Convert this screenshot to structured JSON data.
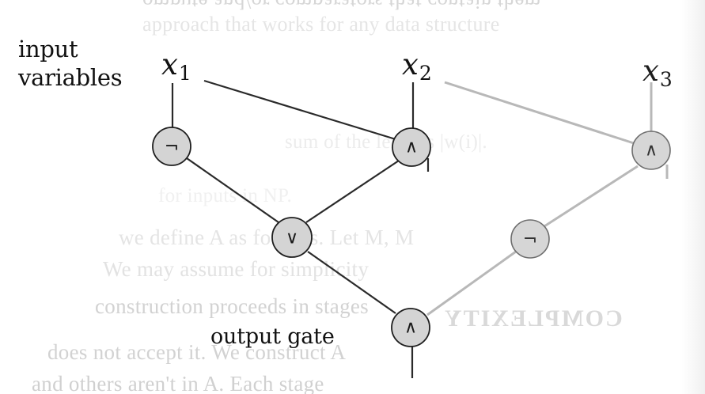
{
  "labels": {
    "input_variables": [
      "input",
      "variables"
    ],
    "output_gate": "output gate"
  },
  "variables": [
    {
      "id": "x1",
      "base": "x",
      "sub": "1"
    },
    {
      "id": "x2",
      "base": "x",
      "sub": "2"
    },
    {
      "id": "x3",
      "base": "x",
      "sub": "3"
    }
  ],
  "gates": [
    {
      "id": "g-not-1",
      "op": "¬",
      "kind": "NOT"
    },
    {
      "id": "g-and-1",
      "op": "∧",
      "kind": "AND"
    },
    {
      "id": "g-and-2",
      "op": "∧",
      "kind": "AND"
    },
    {
      "id": "g-or-1",
      "op": "∨",
      "kind": "OR"
    },
    {
      "id": "g-not-2",
      "op": "¬",
      "kind": "NOT"
    },
    {
      "id": "g-and-out",
      "op": "∧",
      "kind": "AND",
      "output": true
    }
  ],
  "edges": [
    {
      "from": "x1",
      "to": "g-not-1"
    },
    {
      "from": "x1",
      "to": "g-and-1"
    },
    {
      "from": "x2",
      "to": "g-and-1"
    },
    {
      "from": "x2",
      "to": "g-and-2"
    },
    {
      "from": "x3",
      "to": "g-and-2"
    },
    {
      "from": "g-not-1",
      "to": "g-or-1"
    },
    {
      "from": "g-and-1",
      "to": "g-or-1"
    },
    {
      "from": "g-or-1",
      "to": "g-and-out"
    },
    {
      "from": "g-and-2",
      "to": "g-not-2"
    },
    {
      "from": "g-not-2",
      "to": "g-and-out"
    },
    {
      "from": "g-and-out",
      "to": "output"
    }
  ],
  "background_text": [
    "ompute and/or comparators that contain them",
    "approach that works for any data structure",
    "sum of the lengths |w(i)|.",
    "for inputs in NP.",
    "we define A as follows. Let M, M",
    "We may assume for simplicity",
    "construction proceeds in stages",
    "COMPLEXITY",
    "does not accept it. We construct A",
    "and others aren't in A. Each stage"
  ],
  "colors": {
    "ink": "#111111",
    "gate_fill": "#d4d4d4",
    "faded_wire": "#b8b8b8",
    "background": "#ffffff"
  }
}
